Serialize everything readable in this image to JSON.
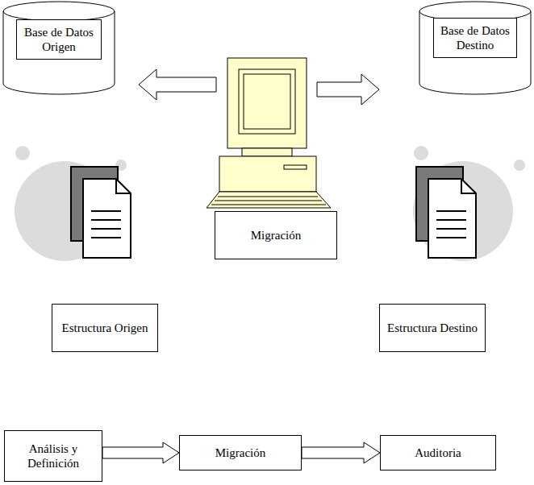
{
  "diagram": {
    "nodes": [
      {
        "text": [
          "Base de Datos Origen"
        ]
      },
      {
        "text": [
          "Base de Datos Destino"
        ]
      },
      {
        "text": [
          "Migración"
        ]
      },
      {
        "text": [
          "Estructura Origen"
        ]
      },
      {
        "text": [
          "Estructura Destino"
        ]
      },
      {
        "text": [
          "Análisis y Definición"
        ]
      },
      {
        "text": [
          "Migración"
        ]
      },
      {
        "text": [
          "Auditoria"
        ]
      }
    ],
    "edges": [
      {
        "from": 5,
        "to": 6,
        "arrow": "to"
      },
      {
        "from": 6,
        "to": 7,
        "arrow": "to"
      }
    ]
  }
}
